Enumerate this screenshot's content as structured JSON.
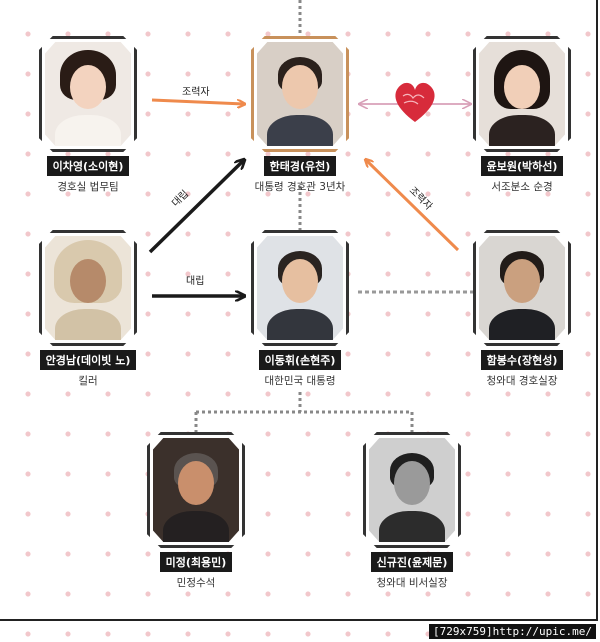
{
  "characters": {
    "lee_chayoung": {
      "name": "이차영(소이현)",
      "role": "경호실 법무팀"
    },
    "han_taekyung": {
      "name": "한태경(유천)",
      "role": "대통령 경호관 3년차"
    },
    "yoon_bowon": {
      "name": "윤보원(박하선)",
      "role": "서조분소 순경"
    },
    "ahn_kyungnam": {
      "name": "안경남(데이빗 노)",
      "role": "킬러"
    },
    "lee_donghwi": {
      "name": "이동휘(손현주)",
      "role": "대한민국 대통령"
    },
    "ham_bongsoo": {
      "name": "함봉수(장현성)",
      "role": "청와대 경호실장"
    },
    "mijeong": {
      "name": "미정(최용민)",
      "role": "민정수석"
    },
    "shin_kyujin": {
      "name": "신규진(윤제문)",
      "role": "청와대 비서실장"
    }
  },
  "relations": {
    "helper_left": "조력자",
    "rival_top": "대립",
    "rival_mid": "대립",
    "helper_right": "조력자"
  },
  "watermark": "[729x759]http://upic.me/",
  "colors": {
    "helper": "#ef8a4c",
    "rival": "#1a1a1a",
    "love": "#d72b3b",
    "gold_frame": "#c8915b",
    "dot": "#f2c7cb"
  }
}
